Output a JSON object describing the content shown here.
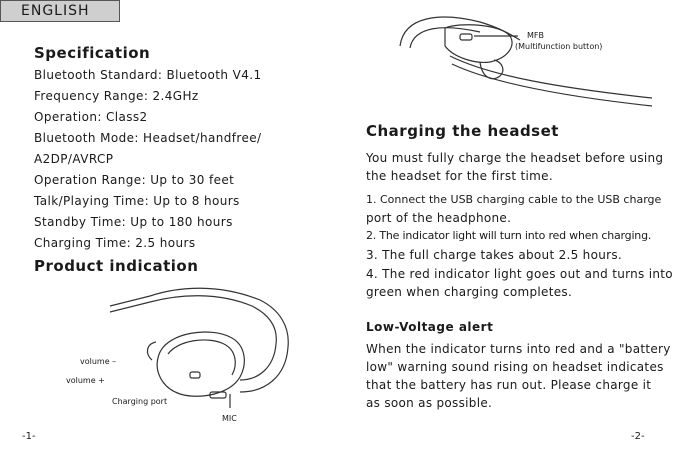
{
  "language_tab": "ENGLISH",
  "spec": {
    "title": "Specification",
    "lines": [
      "Bluetooth Standard: Bluetooth V4.1",
      "Frequency Range: 2.4GHz",
      "Operation: Class2",
      "Bluetooth Mode: Headset/handfree/",
      "A2DP/AVRCP",
      "Operation Range: Up to 30 feet",
      "Talk/Playing Time: Up to 8 hours",
      "Standby Time: Up to 180 hours",
      "Charging Time: 2.5 hours"
    ]
  },
  "product": {
    "title": "Product indication",
    "labels": {
      "volume_minus": "volume  –",
      "volume_plus": "volume +",
      "charging_port": "Charging port",
      "mic": "MIC"
    }
  },
  "mfb_diagram": {
    "label": "MFB",
    "sublabel": "(Multifunction button)"
  },
  "charging": {
    "title": "Charging the headset",
    "intro": [
      "You must fully charge the headset  before using",
      "the headset for the first time."
    ],
    "steps": [
      "1. Connect the USB charging cable to the USB charge",
      "    port of the headphone.",
      "2. The indicator light will turn into red when charging.",
      "3. The full charge takes about 2.5 hours.",
      "4. The red indicator light goes out and turns into",
      "    green when charging completes."
    ]
  },
  "low_voltage": {
    "title": "Low-Voltage alert",
    "lines": [
      "When the indicator turns into red and a \"battery",
      "low\" warning sound rising on headset indicates",
      "that the battery has run out. Please charge it",
      "as soon as possible."
    ]
  },
  "page_left": "-1-",
  "page_right": "-2-"
}
